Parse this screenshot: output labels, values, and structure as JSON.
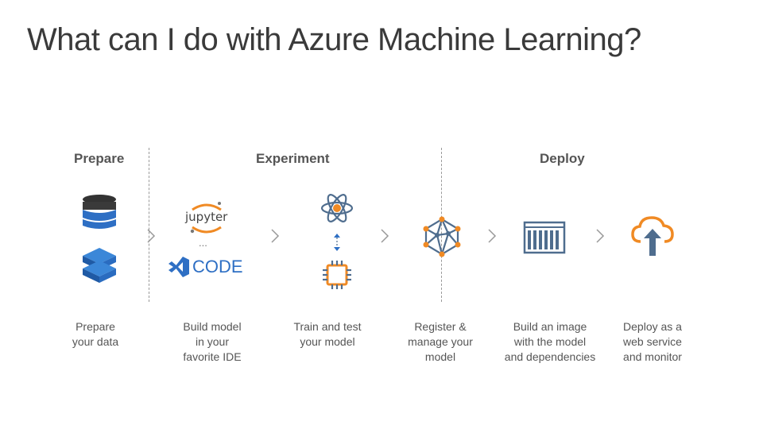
{
  "title": "What can I do with Azure Machine Learning?",
  "phases": {
    "prepare": "Prepare",
    "experiment": "Experiment",
    "deploy": "Deploy"
  },
  "icons": {
    "jupyter_text": "jupyter",
    "ellipsis": "...",
    "vscode_text": "CODE"
  },
  "steps": [
    {
      "label": "Prepare\nyour data",
      "icon": "database-icon"
    },
    {
      "label": "Build model\nin your\nfavorite IDE",
      "icon": "jupyter-vscode-icon"
    },
    {
      "label": "Train and test\nyour model",
      "icon": "atom-chip-icon"
    },
    {
      "label": "Register &\nmanage your\nmodel",
      "icon": "network-icon"
    },
    {
      "label": "Build an image\nwith the model\nand dependencies",
      "icon": "container-icon"
    },
    {
      "label": "Deploy as a\nweb service\nand monitor",
      "icon": "cloud-upload-icon"
    }
  ],
  "colors": {
    "blue": "#2e6fc4",
    "orange": "#f08a24",
    "slate": "#4f6d8e",
    "text": "#555555"
  }
}
